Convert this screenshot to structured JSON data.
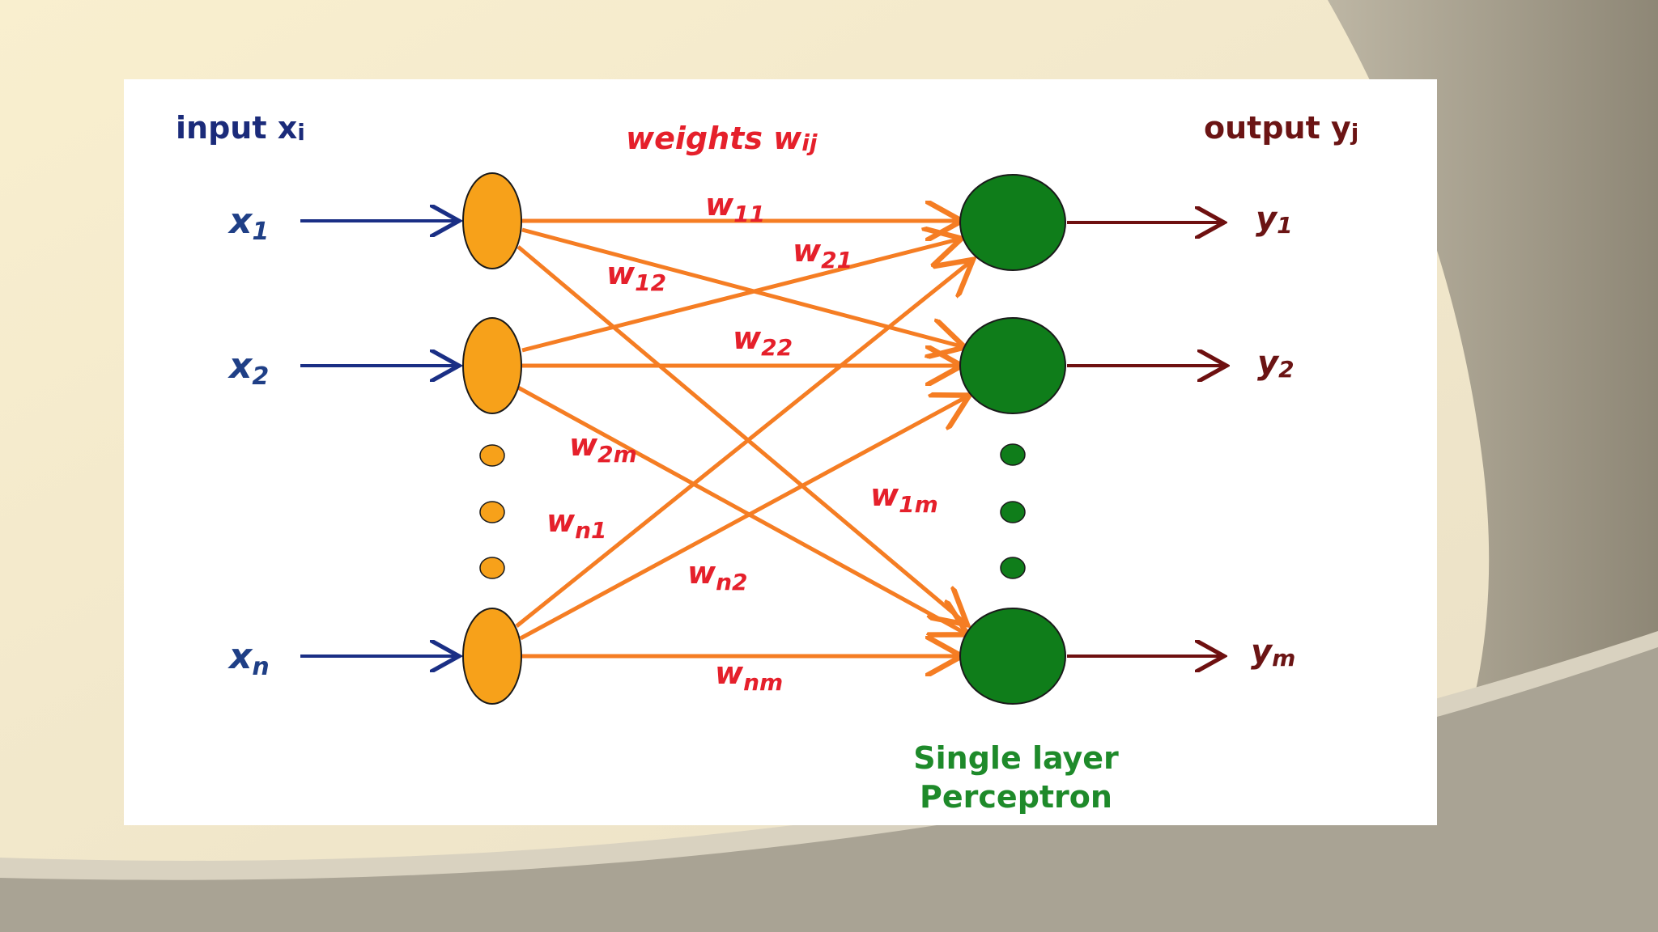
{
  "headers": {
    "input": "input x",
    "input_sub": "i",
    "weights": "weights w",
    "weights_sub": "ij",
    "output": "output y",
    "output_sub": "j"
  },
  "inputs": [
    {
      "base": "x",
      "sub": "1"
    },
    {
      "base": "x",
      "sub": "2"
    },
    {
      "base": "x",
      "sub": "n"
    }
  ],
  "outputs": [
    {
      "base": "y",
      "sub": "1"
    },
    {
      "base": "y",
      "sub": "2"
    },
    {
      "base": "y",
      "sub": "m"
    }
  ],
  "weights": [
    {
      "base": "w",
      "sub": "11"
    },
    {
      "base": "w",
      "sub": "21"
    },
    {
      "base": "w",
      "sub": "12"
    },
    {
      "base": "w",
      "sub": "22"
    },
    {
      "base": "w",
      "sub": "2m"
    },
    {
      "base": "w",
      "sub": "n1"
    },
    {
      "base": "w",
      "sub": "1m"
    },
    {
      "base": "w",
      "sub": "n2"
    },
    {
      "base": "w",
      "sub": "nm"
    }
  ],
  "caption": {
    "line1": "Single layer",
    "line2": "Perceptron"
  },
  "colors": {
    "input_node": "#f7a11a",
    "output_node": "#0f7d1a",
    "weight_line": "#f57d23",
    "input_arrow": "#1a2f85",
    "output_arrow": "#6e1010",
    "weight_text": "#e5202b",
    "caption_text": "#1e8a2a",
    "input_header": "#1b2b7a",
    "output_header": "#6b1414"
  }
}
